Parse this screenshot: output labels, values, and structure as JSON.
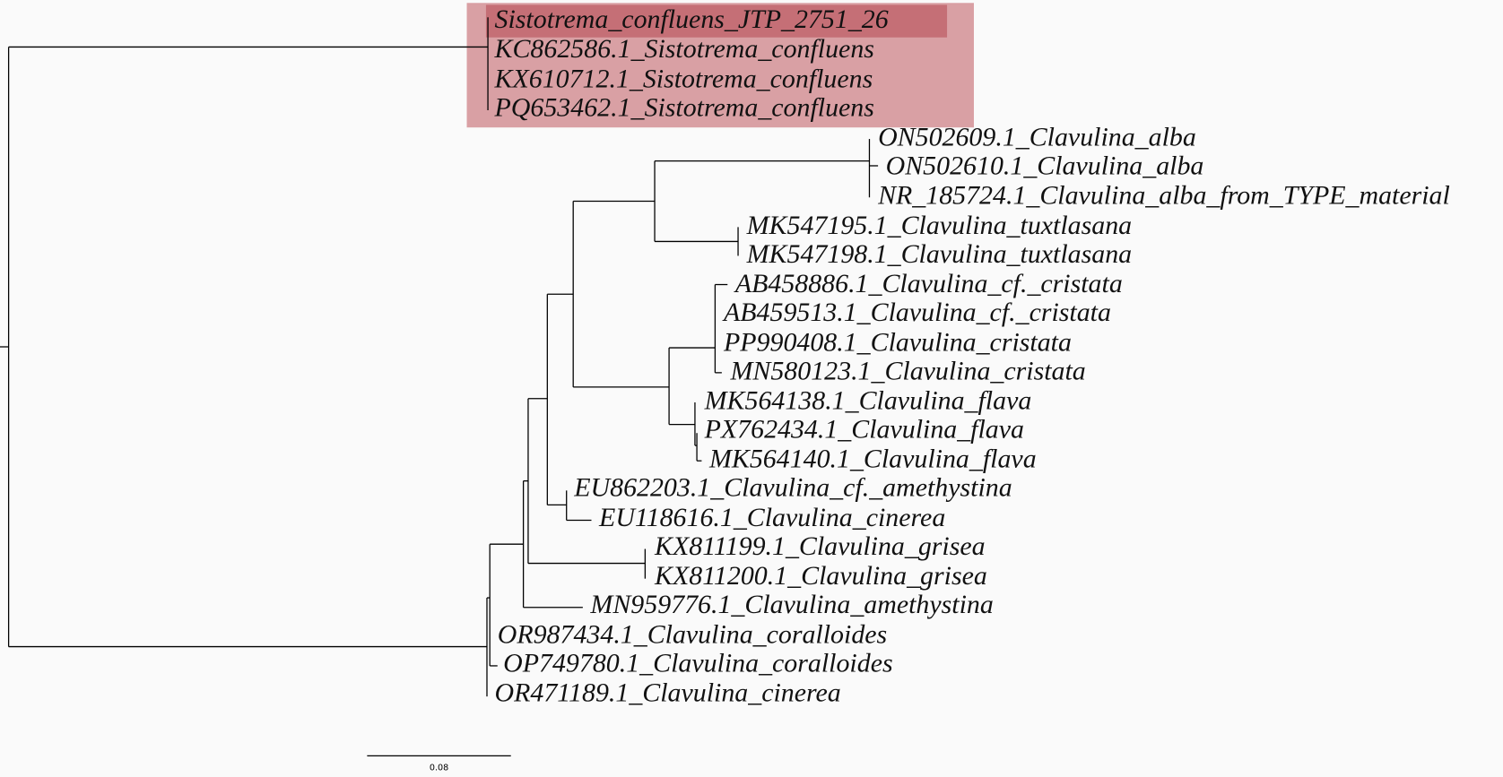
{
  "highlight": {
    "clade_color": "#d9a0a4",
    "selected_color": "#c56f76"
  },
  "tips": [
    "Sistotrema_confluens_JTP_2751_26",
    "KC862586.1_Sistotrema_confluens",
    "KX610712.1_Sistotrema_confluens",
    "PQ653462.1_Sistotrema_confluens",
    "ON502609.1_Clavulina_alba",
    "ON502610.1_Clavulina_alba",
    "NR_185724.1_Clavulina_alba_from_TYPE_material",
    "MK547195.1_Clavulina_tuxtlasana",
    "MK547198.1_Clavulina_tuxtlasana",
    "AB458886.1_Clavulina_cf._cristata",
    "AB459513.1_Clavulina_cf._cristata",
    "PP990408.1_Clavulina_cristata",
    "MN580123.1_Clavulina_cristata",
    "MK564138.1_Clavulina_flava",
    "PX762434.1_Clavulina_flava",
    "MK564140.1_Clavulina_flava",
    "EU862203.1_Clavulina_cf._amethystina",
    "EU118616.1_Clavulina_cinerea",
    "KX811199.1_Clavulina_grisea",
    "KX811200.1_Clavulina_grisea",
    "MN959776.1_Clavulina_amethystina",
    "OR987434.1_Clavulina_coralloides",
    "OP749780.1_Clavulina_coralloides",
    "OR471189.1_Clavulina_cinerea"
  ],
  "scale_bar": {
    "label": "0.08"
  }
}
